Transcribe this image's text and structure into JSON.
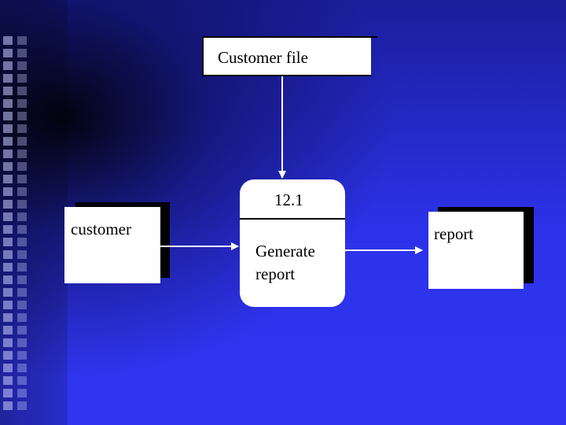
{
  "data_store": {
    "label": "Customer file"
  },
  "entities": {
    "source": "customer",
    "sink": "report"
  },
  "process": {
    "number": "12.1",
    "name_line1": "Generate",
    "name_line2": "report"
  }
}
